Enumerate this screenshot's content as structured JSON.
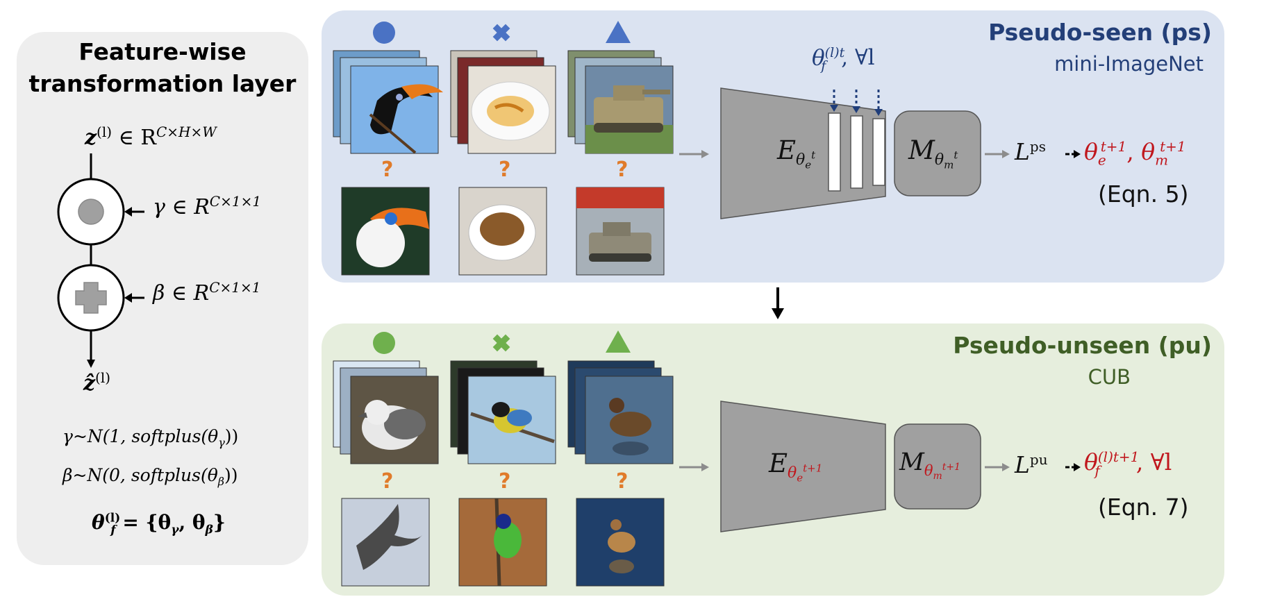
{
  "left": {
    "title_line1": "Feature-wise",
    "title_line2": "transformation layer",
    "z_in": "z",
    "z_in_sup": "(l)",
    "z_in_domain": "∈ R",
    "z_in_dims": "C×H×W",
    "gamma": "γ ∈ R",
    "gamma_dims": "C×1×1",
    "beta": "β ∈ R",
    "beta_dims": "C×1×1",
    "z_out": "ẑ",
    "z_out_sup": "(l)",
    "gamma_dist": "γ~N(1, softplus(θ",
    "gamma_dist_sub": "γ",
    "gamma_dist_end": "))",
    "beta_dist": "β~N(0, softplus(θ",
    "beta_dist_sub": "β",
    "beta_dist_end": "))",
    "theta_def_lhs": "θ",
    "theta_def_sup": "(l)",
    "theta_def_sub": "f",
    "theta_def_rhs": "= {θ",
    "theta_def_g": "γ",
    "theta_def_mid": ", θ",
    "theta_def_b": "β",
    "theta_def_end": "}"
  },
  "ps": {
    "title": "Pseudo-seen (ps)",
    "subtitle": "mini-ImageNet",
    "theta_f": "θ",
    "theta_f_sup": "(l)t",
    "theta_f_sub": "f",
    "theta_f_tail": ", ∀l",
    "encoder": "E",
    "encoder_sub": "θ",
    "encoder_sub2": "e",
    "encoder_sup": "t",
    "metric": "M",
    "metric_sub": "θ",
    "metric_sub2": "m",
    "metric_sup": "t",
    "loss": "L",
    "loss_sup": "ps",
    "update_a": "θ",
    "update_a_sub": "e",
    "update_a_sup": "t+1",
    "update_sep": ", ",
    "update_b": "θ",
    "update_b_sub": "m",
    "update_b_sup": "t+1",
    "eqn": "(Eqn. 5)",
    "query_mark": "?"
  },
  "pu": {
    "title": "Pseudo-unseen (pu)",
    "subtitle": "CUB",
    "encoder": "E",
    "encoder_sub": "θ",
    "encoder_sub2": "e",
    "encoder_sup": "t+1",
    "metric": "M",
    "metric_sub": "θ",
    "metric_sub2": "m",
    "metric_sup": "t+1",
    "loss": "L",
    "loss_sup": "pu",
    "update": "θ",
    "update_sub": "f",
    "update_sup": "(l)t+1",
    "update_tail": ", ∀l",
    "eqn": "(Eqn. 7)",
    "query_mark": "?"
  },
  "colors": {
    "ps_accent": "#4a72c4",
    "pu_accent": "#6fb04d",
    "query": "#e07b2a",
    "update_red": "#c0171d",
    "block_gray": "#a0a0a0"
  },
  "icons": {
    "class_1": "circle-icon",
    "class_2": "cross-icon",
    "class_3": "triangle-icon"
  }
}
